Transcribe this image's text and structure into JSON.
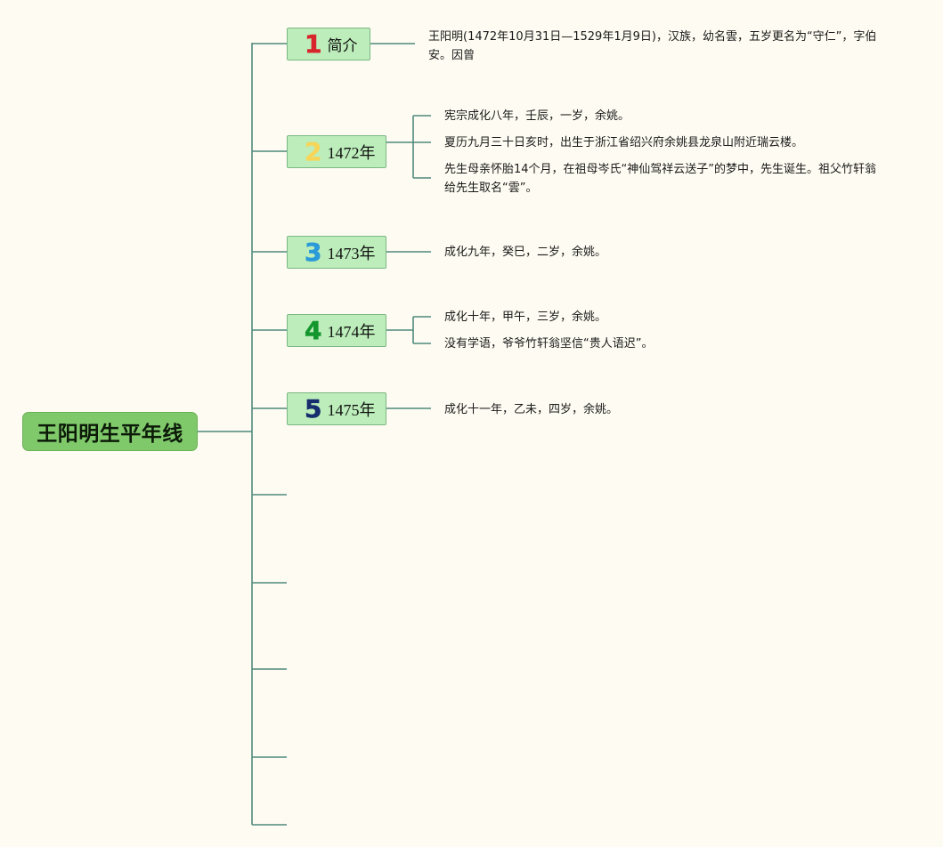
{
  "root": {
    "title": "王阳明生平年线"
  },
  "topics": [
    {
      "number": "1",
      "number_color": "#d8242c",
      "label": "简介",
      "details": [
        "王阳明(1472年10月31日—1529年1月9日)，汉族，幼名雲，五岁更名为“守仁”，字伯安。因曾"
      ]
    },
    {
      "number": "2",
      "number_color": "#f6d65a",
      "label": "1472年",
      "details": [
        "宪宗成化八年，壬辰，一岁，余姚。",
        "夏历九月三十日亥时，出生于浙江省绍兴府余姚县龙泉山附近瑞云楼。",
        "先生母亲怀胎14个月，在祖母岑氏“神仙驾祥云送子”的梦中，先生诞生。祖父竹轩翁给先生取名“雲”。"
      ]
    },
    {
      "number": "3",
      "number_color": "#2a9ad8",
      "label": "1473年",
      "details": [
        "成化九年，癸巳，二岁，余姚。"
      ]
    },
    {
      "number": "4",
      "number_color": "#14962e",
      "label": "1474年",
      "details": [
        "成化十年，甲午，三岁，余姚。",
        "没有学语，爷爷竹轩翁坚信“贵人语迟”。"
      ]
    },
    {
      "number": "5",
      "number_color": "#162d6e",
      "label": "1475年",
      "details": [
        "成化十一年，乙未，四岁，余姚。"
      ]
    }
  ]
}
